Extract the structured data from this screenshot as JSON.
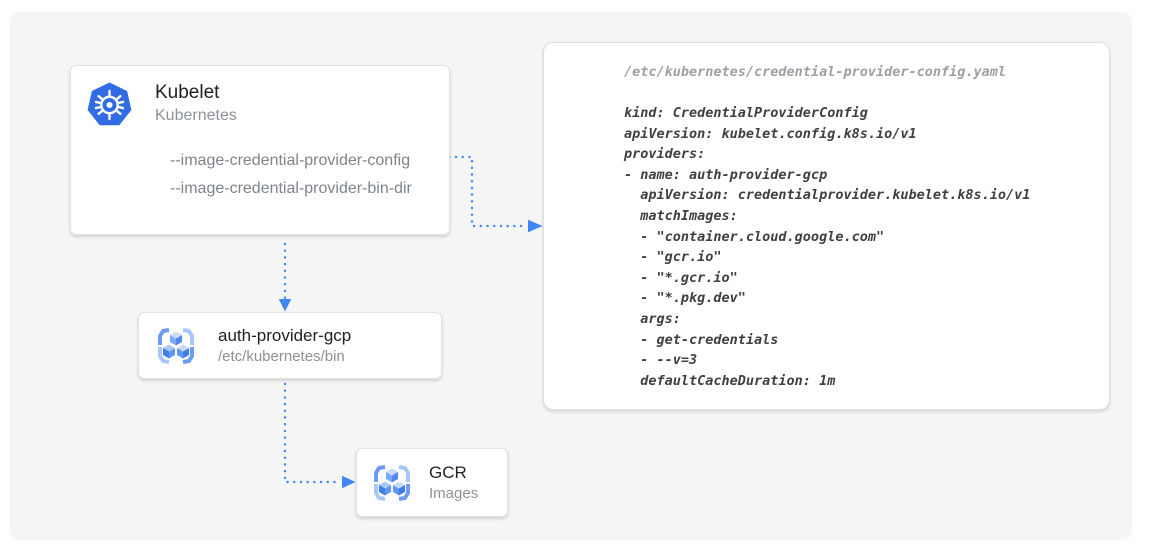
{
  "nodes": {
    "kubelet": {
      "title": "Kubelet",
      "subtitle": "Kubernetes",
      "flags": [
        "--image-credential-provider-config",
        "--image-credential-provider-bin-dir"
      ]
    },
    "auth_provider": {
      "title": "auth-provider-gcp",
      "subtitle": "/etc/kubernetes/bin"
    },
    "gcr": {
      "title": "GCR",
      "subtitle": "Images"
    }
  },
  "code_panel": {
    "filename": "/etc/kubernetes/credential-provider-config.yaml",
    "lines": [
      "kind: CredentialProviderConfig",
      "apiVersion: kubelet.config.k8s.io/v1",
      "providers:",
      "- name: auth-provider-gcp",
      "  apiVersion: credentialprovider.kubelet.k8s.io/v1",
      "  matchImages:",
      "  - \"container.cloud.google.com\"",
      "  - \"gcr.io\"",
      "  - \"*.gcr.io\"",
      "  - \"*.pkg.dev\"",
      "  args:",
      "  - get-credentials",
      "  - --v=3",
      "  defaultCacheDuration: 1m"
    ]
  },
  "colors": {
    "arrow_blue": "#4285F4",
    "kubernetes_blue": "#326CE5",
    "diagram_background": "#F5F5F6",
    "panel_border": "#DDDEE1",
    "title_text": "#212121",
    "muted_text": "#7E8489",
    "code_text": "#3C4043",
    "code_filename_text": "#9AA0A6"
  }
}
